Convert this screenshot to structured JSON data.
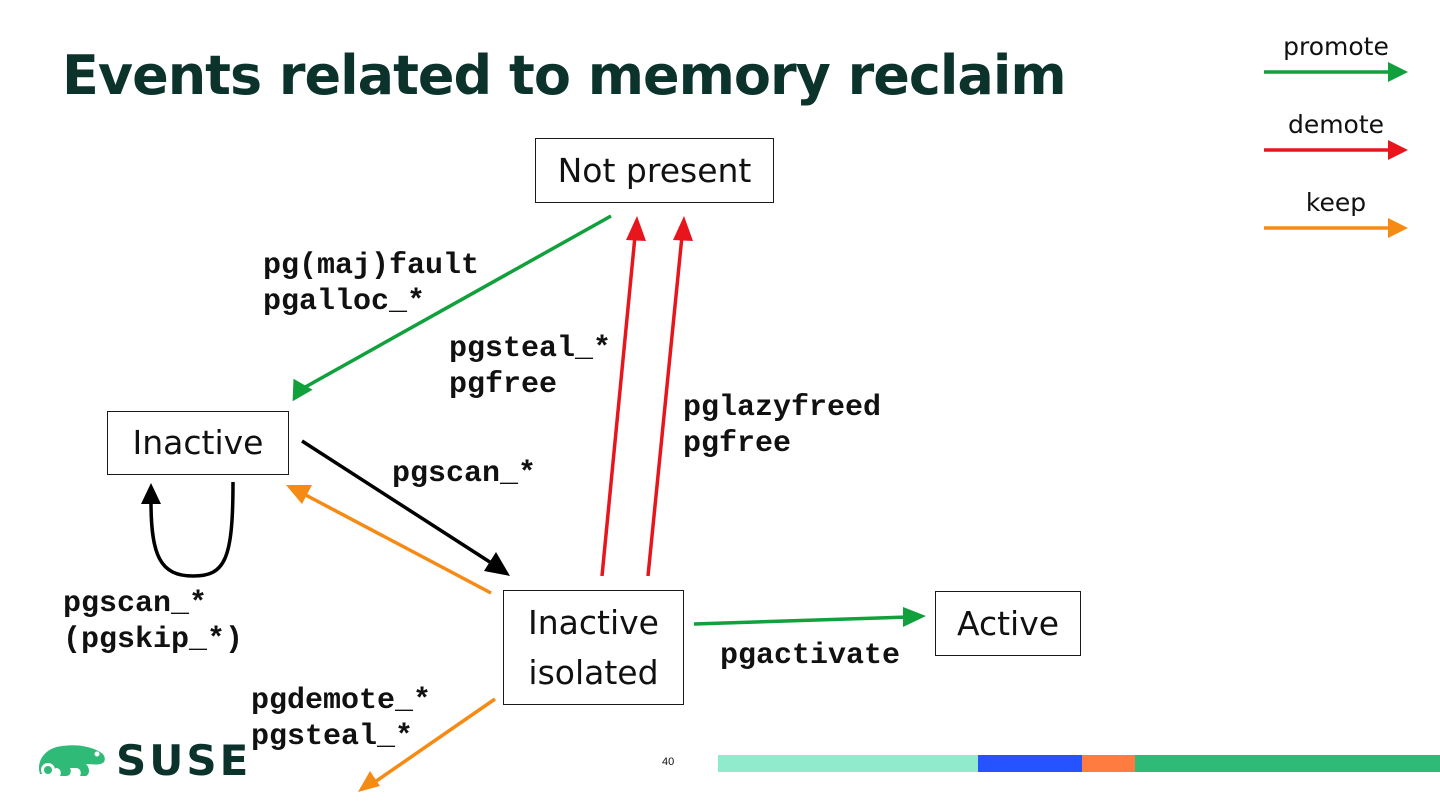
{
  "title": "Events related to memory reclaim",
  "states": {
    "not_present": "Not present",
    "inactive": "Inactive",
    "inactive_isolated_line1": "Inactive",
    "inactive_isolated_line2": "isolated",
    "active": "Active"
  },
  "transitions": {
    "fault": "pg(maj)fault\npgalloc_*",
    "steal_free": "pgsteal_*\npgfree",
    "lazyfree": "pglazyfreed\npgfree",
    "scan": "pgscan_*",
    "scan_skip": "pgscan_*\n(pgskip_*)",
    "demote": "pgdemote_*\npgsteal_*",
    "activate": "pgactivate"
  },
  "legend": {
    "promote": "promote",
    "demote": "demote",
    "keep": "keep"
  },
  "colors": {
    "promote": "#10a03c",
    "demote": "#e8161c",
    "keep": "#f58a14",
    "neutral": "#000000",
    "title": "#0c322c"
  },
  "footer": {
    "brand": "SUSE",
    "page_number": "40"
  }
}
